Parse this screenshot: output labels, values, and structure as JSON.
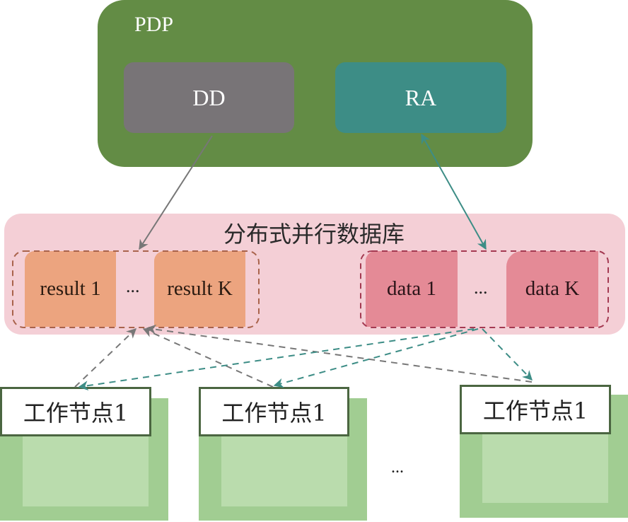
{
  "pdp": {
    "title": "PDP",
    "dd_label": "DD",
    "ra_label": "RA"
  },
  "database": {
    "title": "分布式并行数据库",
    "result_group": {
      "first": "result 1",
      "ellipsis": "...",
      "last": "result K"
    },
    "data_group": {
      "first": "data 1",
      "ellipsis": "...",
      "last": "data K"
    }
  },
  "worker_nodes": [
    {
      "label": "工作节点1"
    },
    {
      "label": "工作节点1"
    },
    {
      "label": "工作节点1"
    }
  ],
  "nodes_ellipsis": "...",
  "colors": {
    "pdp": "#638c45",
    "dd": "#787477",
    "ra": "#3d8d86",
    "database": "#f4cfd6",
    "result": "#eca47f",
    "data": "#e48a96",
    "node_back": "#a1cd92",
    "node_inner": "#badcad",
    "arrow_gray": "#777777",
    "arrow_teal": "#3d8d86"
  }
}
